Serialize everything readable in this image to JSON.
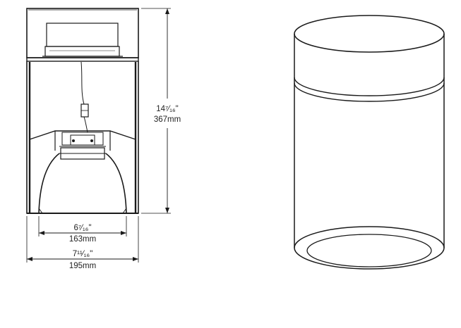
{
  "dimensions": {
    "height_imperial": "14⁷⁄₁₆\"",
    "height_metric": "367mm",
    "aperture_imperial": "6⁷⁄₁₆\"",
    "aperture_metric": "163mm",
    "width_imperial": "7¹¹⁄₁₆\"",
    "width_metric": "195mm"
  },
  "colors": {
    "line": "#1a1a1a",
    "body_fill": "#f3f3f3",
    "background": "#ffffff"
  }
}
